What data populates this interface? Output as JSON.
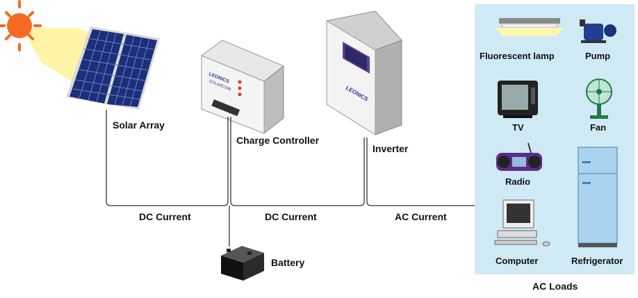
{
  "components": {
    "solar_array": "Solar Array",
    "charge_controller": "Charge Controller",
    "inverter": "Inverter",
    "battery": "Battery"
  },
  "currents": {
    "dc1": "DC Current",
    "dc2": "DC Current",
    "ac": "AC Current"
  },
  "loads": {
    "title": "AC Loads",
    "items": [
      "Fluorescent lamp",
      "Pump",
      "TV",
      "Fan",
      "Radio",
      "Computer",
      "Refrigerator"
    ]
  },
  "branding": {
    "controller_brand": "LEONICS",
    "controller_model": "SOLARCON",
    "inverter_brand": "LEONICS"
  },
  "colors": {
    "sun": "#f26b21",
    "sun_ray": "#fff3a8",
    "panel": "#1c2f7a",
    "loads_bg": "#cfe9f5",
    "wire": "#333333"
  }
}
